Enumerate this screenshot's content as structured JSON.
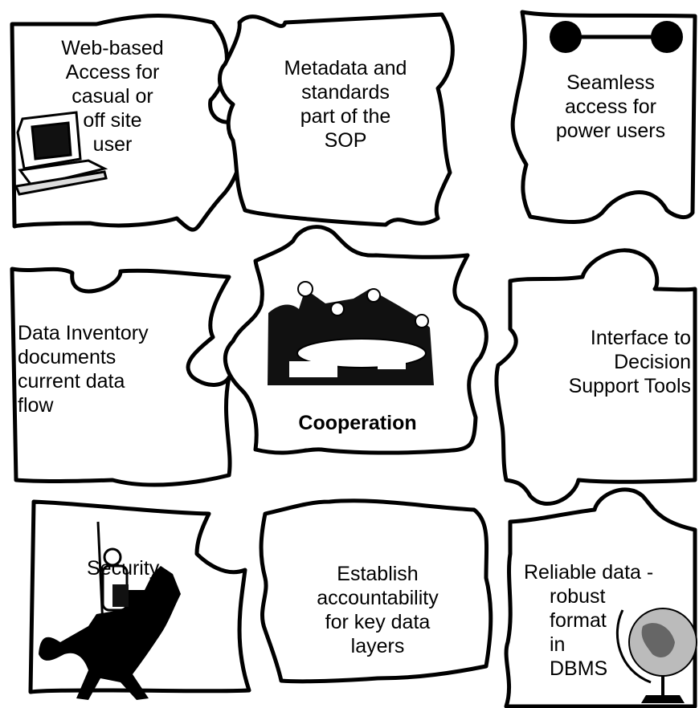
{
  "pieces": {
    "web_access": "Web-based\nAccess for\ncasual or\noff site\nuser",
    "metadata": "Metadata and\nstandards\npart of the\nSOP",
    "seamless": "Seamless\naccess for\npower users",
    "inventory": "Data Inventory\ndocuments\ncurrent data\nflow",
    "cooperation": "Cooperation",
    "interface": "Interface to\nDecision\nSupport Tools",
    "security": "Security",
    "accountability": "Establish\naccountability\nfor key data\nlayers",
    "reliable_title": "Reliable data -",
    "reliable_rest": "robust\nformat\nin\nDBMS"
  },
  "icons": [
    "computer-icon",
    "connector-icon",
    "meeting-icon",
    "knight-icon",
    "globe-icon"
  ]
}
